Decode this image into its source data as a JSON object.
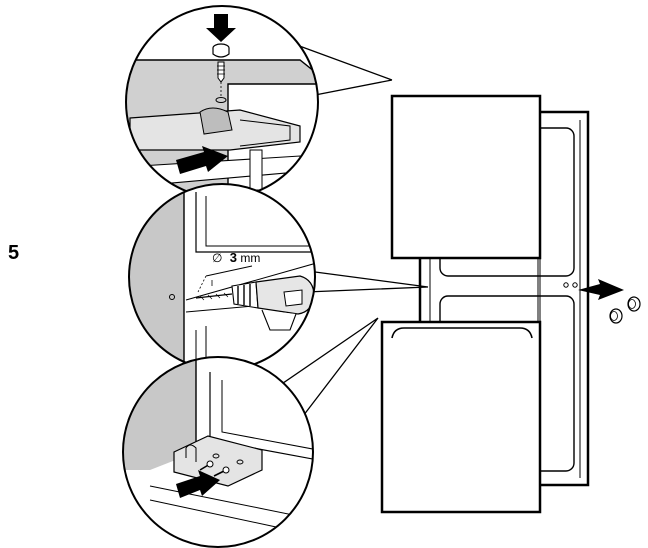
{
  "step": {
    "number": "5"
  },
  "drill": {
    "diameter_symbol": "∅",
    "size_value": "3",
    "size_unit": "mm"
  },
  "colors": {
    "line": "#000000",
    "shade": "#c8c8c8",
    "dark_shade": "#a0a0a0",
    "paper": "#ffffff"
  }
}
